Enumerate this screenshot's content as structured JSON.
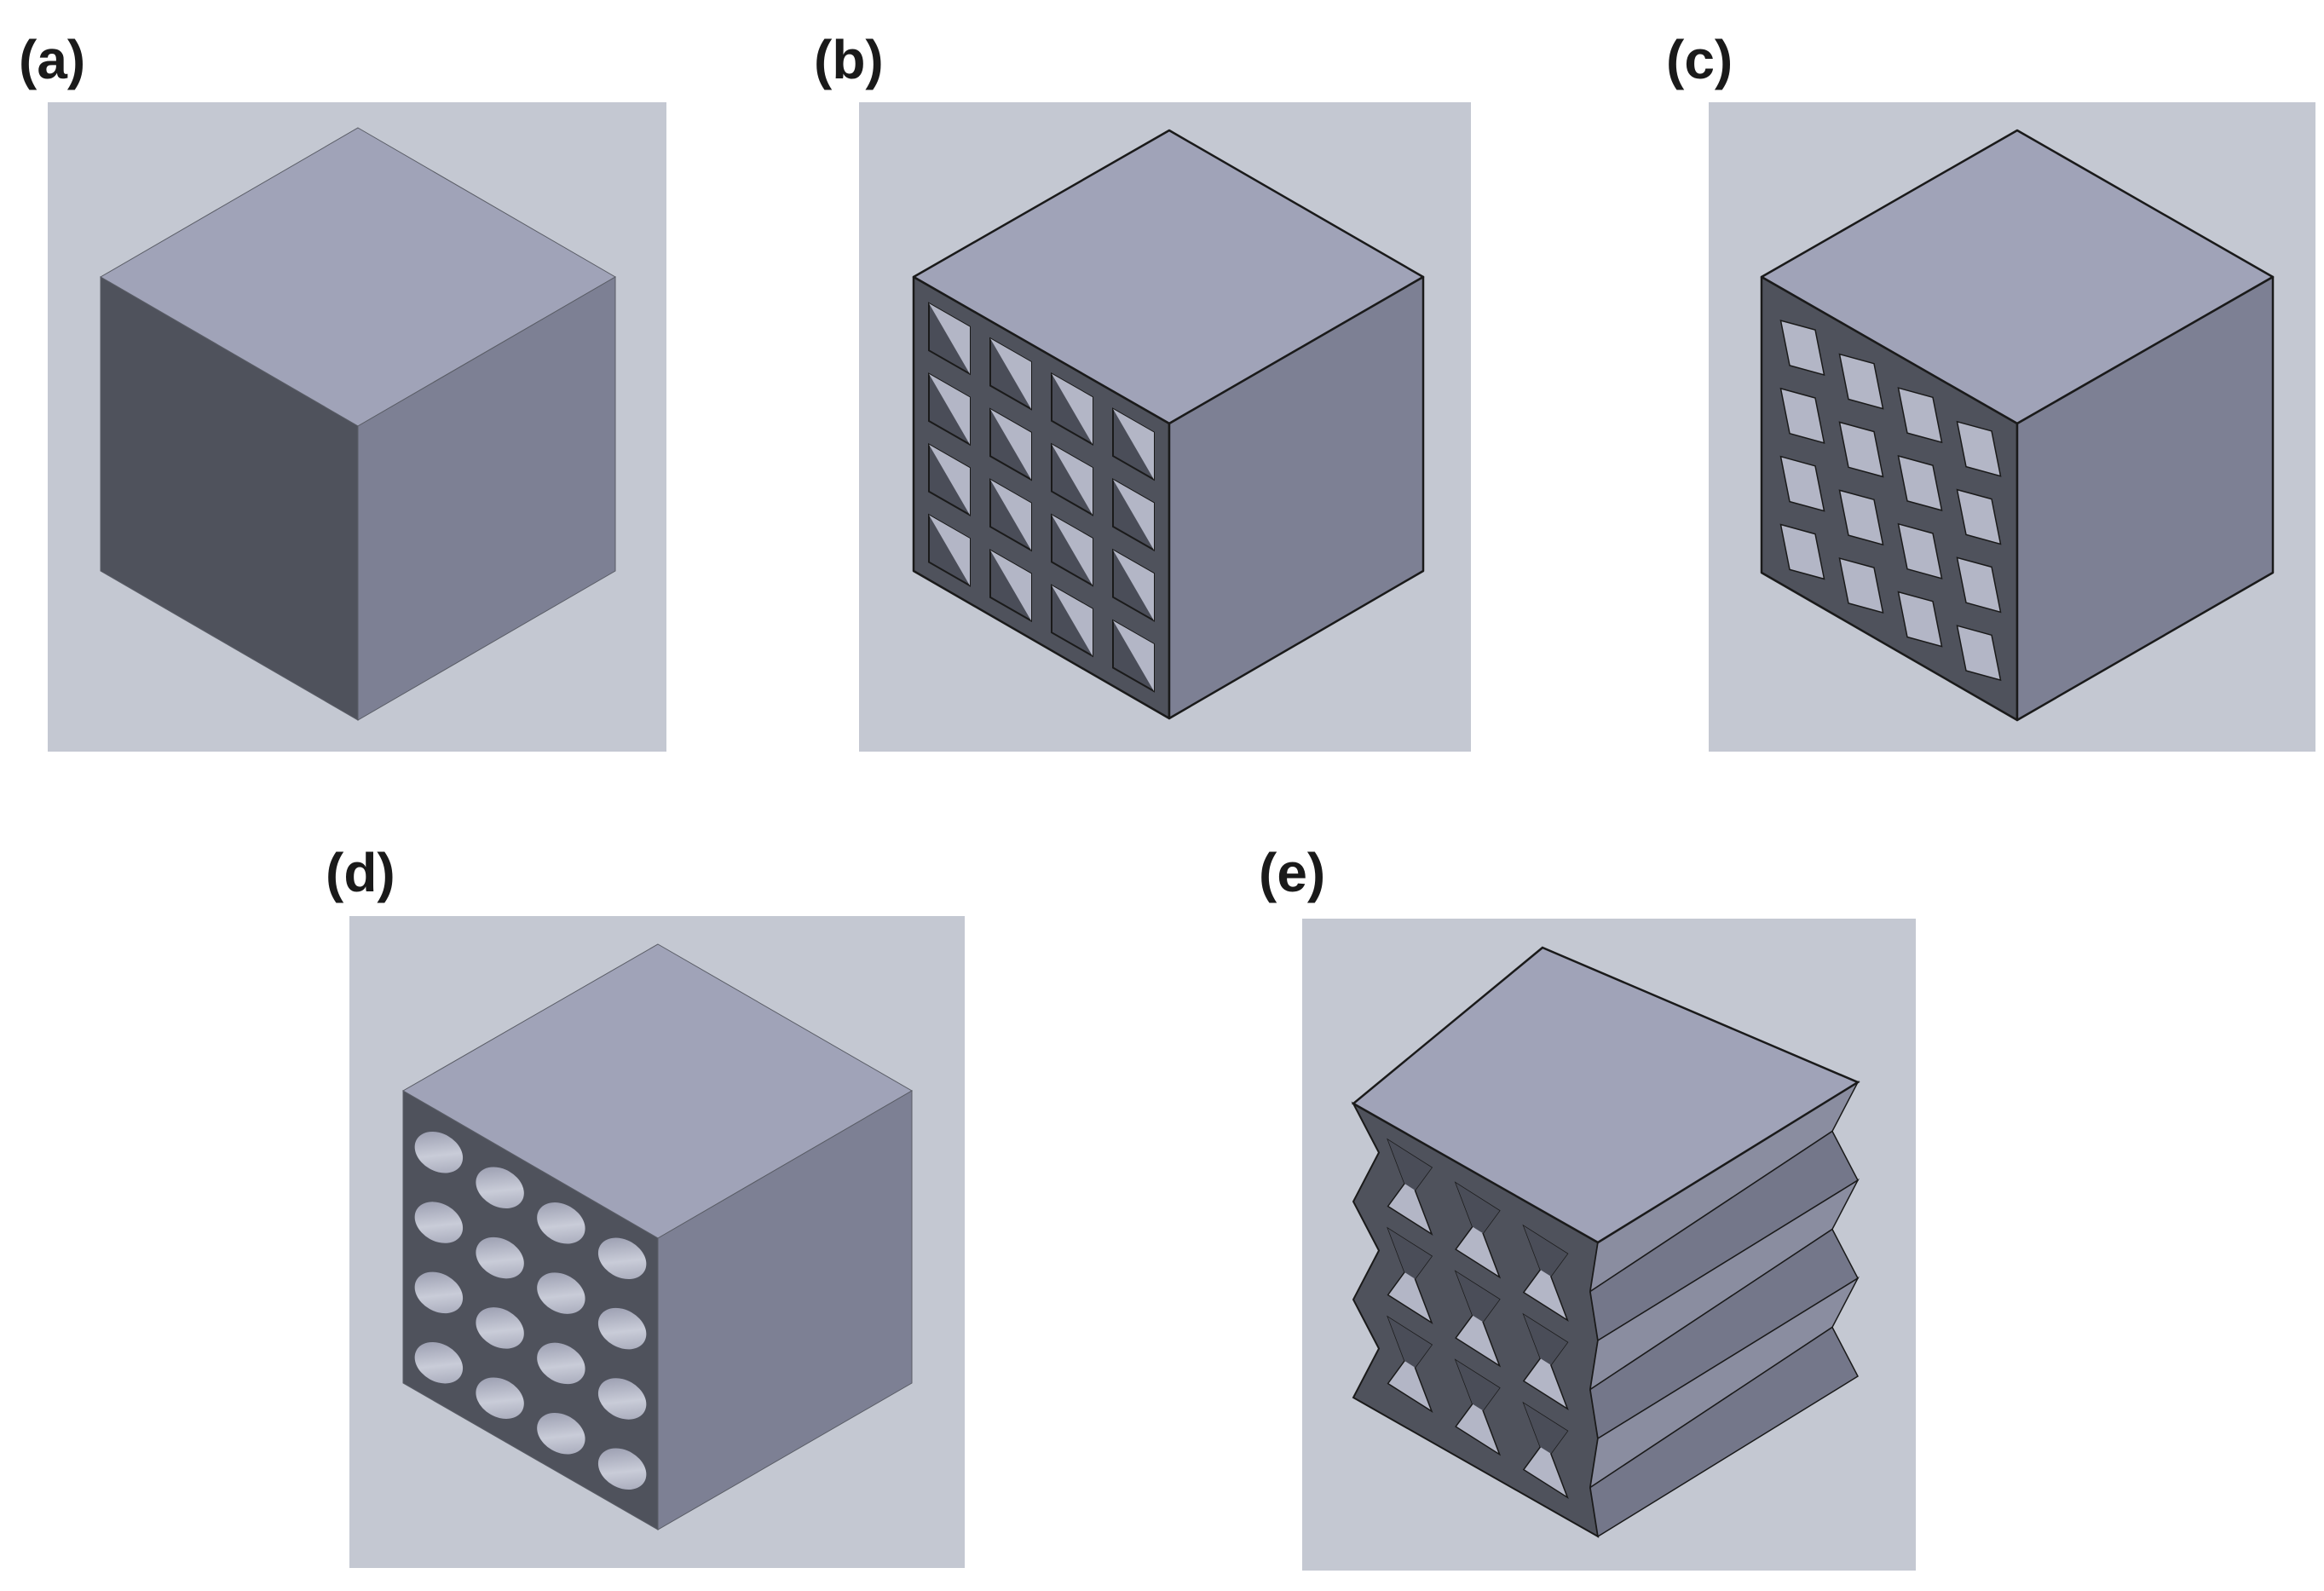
{
  "figure": {
    "panels": [
      {
        "id": "a",
        "label": "(a)",
        "variant": "solid"
      },
      {
        "id": "b",
        "label": "(b)",
        "variant": "square-holes",
        "hole_grid": [
          4,
          4
        ]
      },
      {
        "id": "c",
        "label": "(c)",
        "variant": "diamond-holes",
        "hole_grid": [
          4,
          4
        ]
      },
      {
        "id": "d",
        "label": "(d)",
        "variant": "circular-holes",
        "hole_grid": [
          4,
          4
        ]
      },
      {
        "id": "e",
        "label": "(e)",
        "variant": "re-entrant-zigzag",
        "hole_grid": [
          3,
          3
        ]
      }
    ],
    "colors": {
      "background": "#c4c8d2",
      "top_face": "#a0a3b8",
      "left_face": "#4f525c",
      "right_face": "#7d8094",
      "hole_light": "#b3b6c6",
      "hole_shadow": "#4a4d58",
      "edge": "#1a1a1a"
    }
  }
}
